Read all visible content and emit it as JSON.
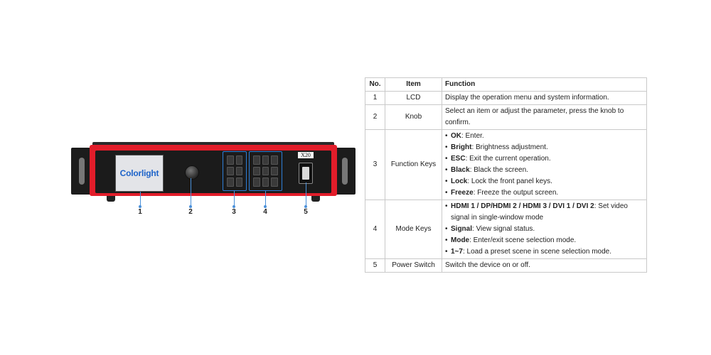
{
  "device": {
    "lcd_logo": "Colorlight",
    "model_label": "X20",
    "callouts": [
      "1",
      "2",
      "3",
      "4",
      "5"
    ]
  },
  "table": {
    "headers": [
      "No.",
      "Item",
      "Function"
    ],
    "rows": [
      {
        "no": "1",
        "item": "LCD",
        "function": "Display the operation menu and system information."
      },
      {
        "no": "2",
        "item": "Knob",
        "function": "Select an item or adjust the parameter, press the knob to confirm."
      },
      {
        "no": "3",
        "item": "Function Keys",
        "bullets": [
          {
            "term": "OK",
            "desc": ": Enter."
          },
          {
            "term": "Bright",
            "desc": ": Brightness adjustment."
          },
          {
            "term": "ESC",
            "desc": ": Exit the current operation."
          },
          {
            "term": "Black",
            "desc": ": Black the screen."
          },
          {
            "term": "Lock",
            "desc": ": Lock the front panel keys."
          },
          {
            "term": "Freeze",
            "desc": ": Freeze the output screen."
          }
        ]
      },
      {
        "no": "4",
        "item": "Mode Keys",
        "bullets": [
          {
            "term": "HDMI 1 / DP/HDMI 2 / HDMI 3 / DVI 1 / DVI 2",
            "desc": ": Set video signal in single-window mode"
          },
          {
            "term": "Signal",
            "desc": ": View signal status."
          },
          {
            "term": "Mode",
            "desc": ": Enter/exit scene selection mode."
          },
          {
            "term": "1~7",
            "desc": ": Load a preset scene in scene selection mode."
          }
        ]
      },
      {
        "no": "5",
        "item": "Power Switch",
        "function": "Switch the device on or off."
      }
    ]
  }
}
